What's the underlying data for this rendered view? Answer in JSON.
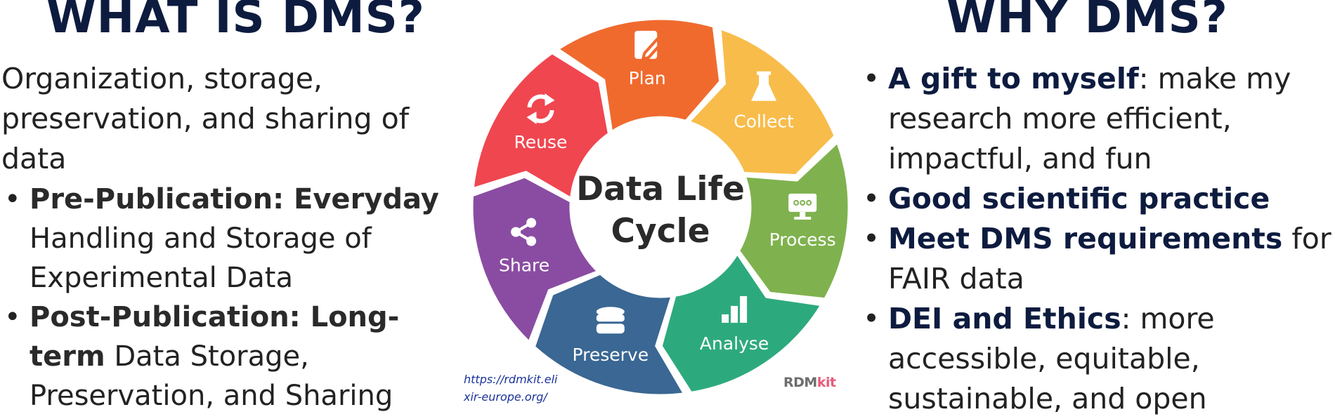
{
  "left": {
    "title": "WHAT IS DMS?",
    "intro": "Organization, storage, preservation, and sharing of data",
    "bullets": [
      {
        "bold": "Pre-Publication: Everyday",
        "text": " Handling and Storage of Experimental Data"
      },
      {
        "bold": "Post-Publication: Long-term",
        "text": " Data Storage, Preservation, and Sharing"
      }
    ]
  },
  "right": {
    "title": "WHY DMS?",
    "bullets": [
      {
        "bold": "A gift to myself",
        "text": ": make my research more efficient, impactful, and fun"
      },
      {
        "bold": "Good scientific practice",
        "text": ""
      },
      {
        "bold": "Meet DMS requirements",
        "text": " for FAIR data"
      },
      {
        "bold": "DEI and Ethics",
        "text": ": more accessible, equitable, sustainable, and open"
      }
    ]
  },
  "diagram": {
    "center_line1": "Data Life",
    "center_line2": "Cycle",
    "segments": [
      {
        "label": "Plan",
        "color": "#F06A2E",
        "icon": "edit-icon"
      },
      {
        "label": "Collect",
        "color": "#F8BC4A",
        "icon": "flask-icon"
      },
      {
        "label": "Process",
        "color": "#7FB24E",
        "icon": "monitor-icon"
      },
      {
        "label": "Analyse",
        "color": "#2DAA7D",
        "icon": "bar-chart-icon"
      },
      {
        "label": "Preserve",
        "color": "#3A6793",
        "icon": "database-icon"
      },
      {
        "label": "Share",
        "color": "#8A4CA2",
        "icon": "share-icon"
      },
      {
        "label": "Reuse",
        "color": "#F04650",
        "icon": "refresh-icon"
      }
    ],
    "source": "https://rdmkit.elixir-europe.org/",
    "source_line1": "https://rdmkit.eli",
    "source_line2": "xir-europe.org/",
    "logo_part1": "RDM",
    "logo_part2": "kit"
  }
}
